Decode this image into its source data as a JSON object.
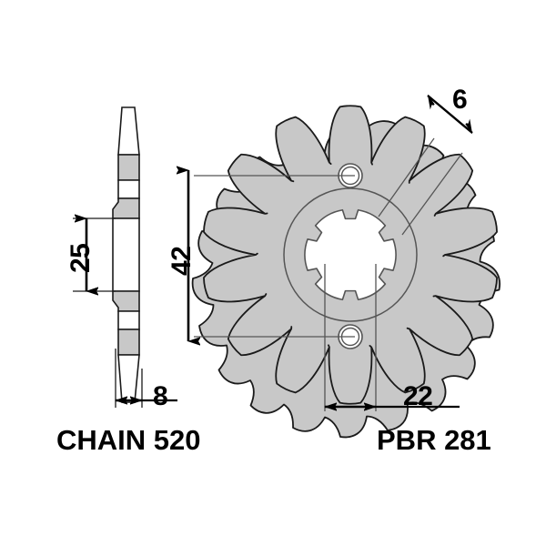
{
  "drawing": {
    "type": "technical-drawing",
    "subject": "motorcycle front sprocket",
    "views": {
      "side_profile": {
        "name": "side-profile-view"
      },
      "face": {
        "name": "face-view"
      }
    },
    "teeth_count": 14,
    "spline_count": 6,
    "bolt_holes": 2,
    "colors": {
      "fill_gray": "#c8c8c8",
      "outline": "#1a1a1a",
      "thin_line": "#555555",
      "white": "#ffffff",
      "text": "#000000"
    }
  },
  "dimensions": {
    "hub_thickness": "25",
    "outer_diameter": "42",
    "tooth_width": "8",
    "spline_tooth": "6",
    "hub_width": "22"
  },
  "labels": {
    "chain": "CHAIN 520",
    "part_number": "PBR 281"
  },
  "chart_data": {
    "type": "table",
    "title": "Sprocket dimension callouts",
    "categories": [
      "25",
      "42",
      "8",
      "6",
      "22"
    ],
    "values": [
      25,
      42,
      8,
      6,
      22
    ],
    "annotations": [
      "CHAIN 520",
      "PBR 281"
    ]
  }
}
